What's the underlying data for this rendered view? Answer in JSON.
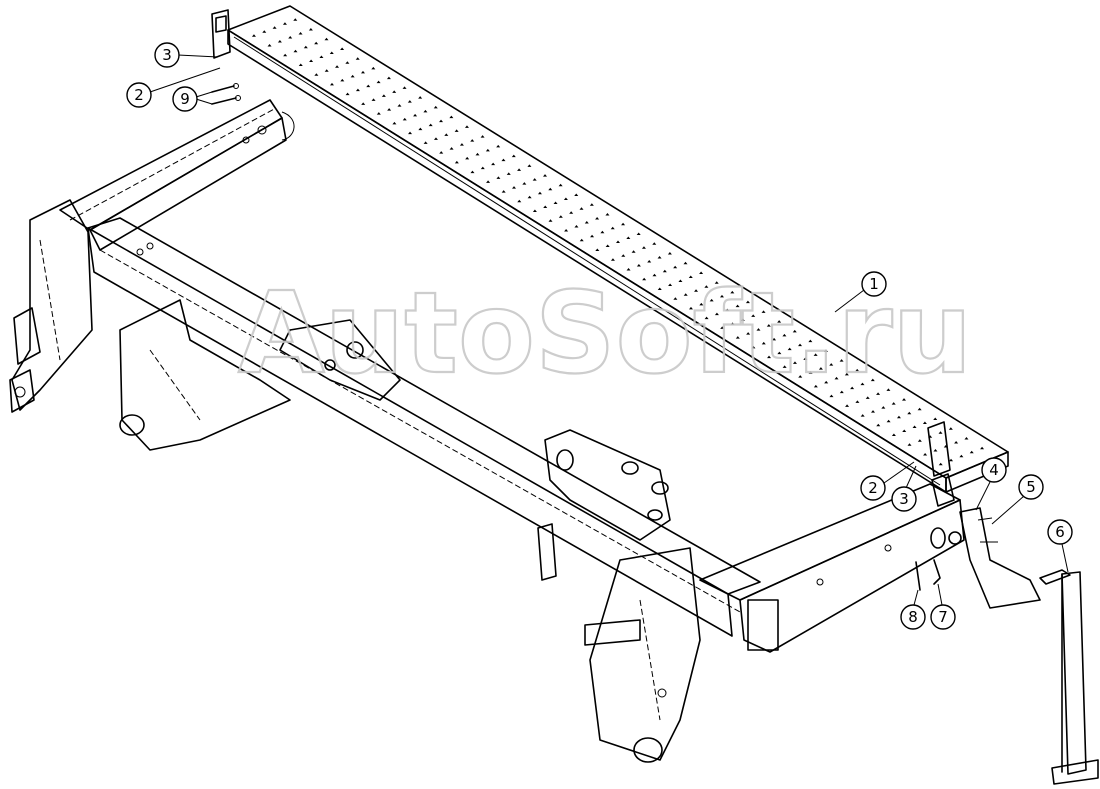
{
  "watermark": {
    "text": "AutoSoft.ru"
  },
  "callouts": [
    {
      "id": "callout-1",
      "label": "1"
    },
    {
      "id": "callout-2-top",
      "label": "2"
    },
    {
      "id": "callout-3-top",
      "label": "3"
    },
    {
      "id": "callout-9",
      "label": "9"
    },
    {
      "id": "callout-2-bottom",
      "label": "2"
    },
    {
      "id": "callout-3-bottom",
      "label": "3"
    },
    {
      "id": "callout-4",
      "label": "4"
    },
    {
      "id": "callout-5",
      "label": "5"
    },
    {
      "id": "callout-6",
      "label": "6"
    },
    {
      "id": "callout-7",
      "label": "7"
    },
    {
      "id": "callout-8",
      "label": "8"
    }
  ]
}
